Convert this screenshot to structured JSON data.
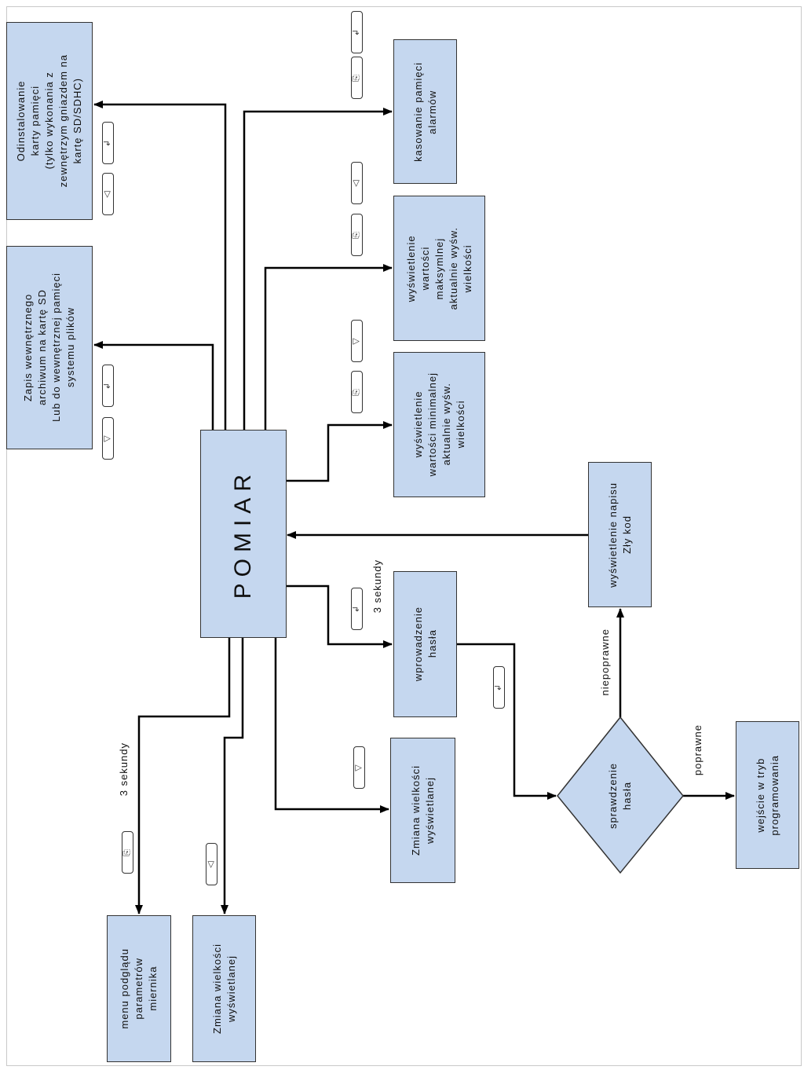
{
  "nodes": {
    "odinstalowanie": "Odinstalowanie\nkarty pamięci\n(tylko wykonania z\nzewnętrzym gniazdem na\nkartę SD/SDHC)",
    "zapis": "Zapis wewnętrznego\narchiwum na kartę SD\nLub do wewnętrznej pamięci\nsystemu plików",
    "pomiar": "POMIAR",
    "kasowanie": "kasowanie pamięci\nalarmów",
    "max": "wyświetlenie\nwartości\nmaksymlnej\naktualnie wyśw.\nwielkości",
    "min": "wyświetlenie\nwartości minimalnej\naktualnie wyśw.\nwielkości",
    "zly_kod": "wyświetlenie napisu\nZły kod",
    "wprowadzenie": "wprowadzenie\nhasła",
    "zmiana_right": "Zmiana wielkości\nwyświetlanej",
    "sprawdzenie": "sprawdzenie\nhasła",
    "wejscie": "wejście w tryb\nprogramowania",
    "menu": "menu podglądu\nparametrów\nmiernika",
    "zmiana_bottom": "Zmiana wielkości\nwyświetlanej"
  },
  "labels": {
    "sek1": "3 sekundy",
    "sek2": "3 sekundy",
    "niepoprawne": "niepoprawne",
    "poprawne": "poprawne"
  },
  "keys": {
    "enter": "↲",
    "menu": "⎘",
    "left": "◁",
    "down": "▽"
  }
}
